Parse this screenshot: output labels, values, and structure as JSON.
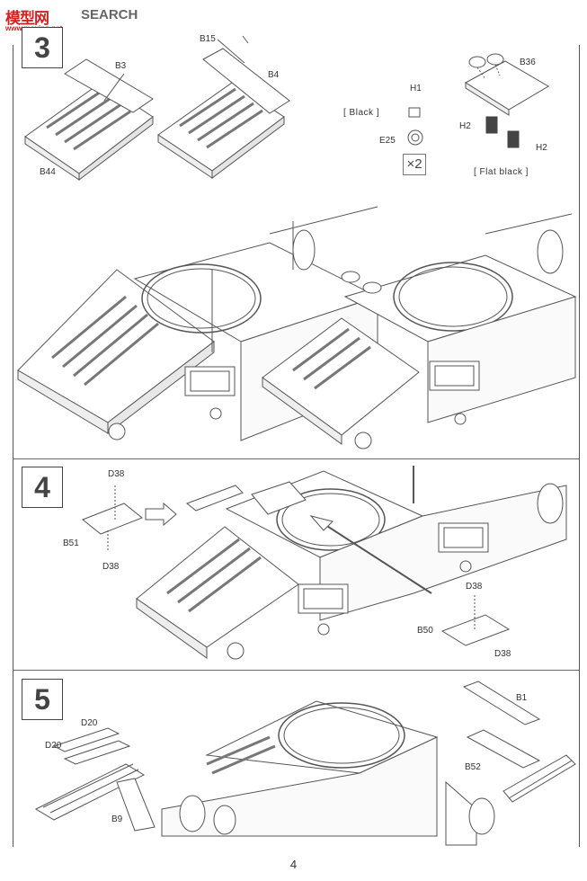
{
  "watermark": {
    "logo": "模型网",
    "search": "SEARCH",
    "url": "www.moxing.net"
  },
  "steps": [
    "3",
    "4",
    "5"
  ],
  "step3": {
    "parts": [
      "B3",
      "B44",
      "B15",
      "B4",
      "H1",
      "E25",
      "B36",
      "H2",
      "H2"
    ],
    "paint_black": "[ Black ]",
    "paint_flat_black": "[ Flat black ]",
    "quantity": "×2"
  },
  "step4": {
    "parts": [
      "D38",
      "B51",
      "D38",
      "D38",
      "B50",
      "D38"
    ]
  },
  "step5": {
    "parts": [
      "D20",
      "D20",
      "B9",
      "B1",
      "B52"
    ]
  },
  "page_number": "4"
}
